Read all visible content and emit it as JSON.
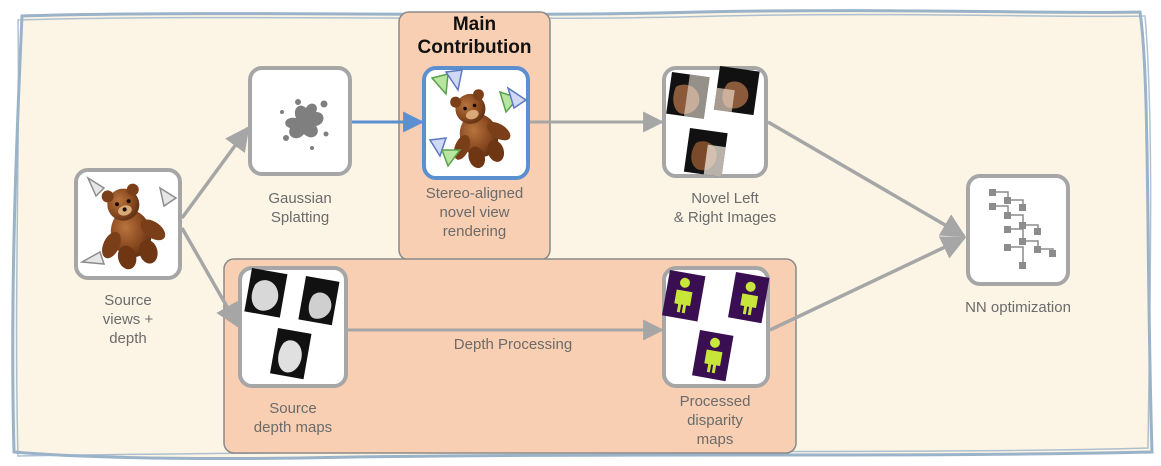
{
  "colors": {
    "canvas_fill": "#fcf5e6",
    "canvas_stroke": "#9ab3c9",
    "highlight_fill": "#f8cfb2",
    "highlight_stroke": "#8a8a8a",
    "node_stroke": "#a6a6a6",
    "blue_accent": "#5b8fd0",
    "arrow_gray": "#a6a6a6",
    "disparity_bg": "#3a0f52",
    "disparity_fg": "#c8e63a"
  },
  "main_contribution": {
    "title_line1": "Main",
    "title_line2": "Contribution"
  },
  "nodes": {
    "source_views": {
      "icon": "teddy-bear-with-cameras-icon",
      "label_line1": "Source",
      "label_line2": "views +",
      "label_line3": "depth"
    },
    "gaussian_splatting": {
      "icon": "splat-icon",
      "label_line1": "Gaussian",
      "label_line2": "Splatting"
    },
    "stereo_rendering": {
      "icon": "teddy-bear-stereo-cameras-icon",
      "label_line1": "Stereo-aligned",
      "label_line2": "novel view",
      "label_line3": "rendering"
    },
    "novel_images": {
      "icon": "stereo-image-stack-icon",
      "label_line1": "Novel Left",
      "label_line2": "& Right Images"
    },
    "nn_optimization": {
      "icon": "network-tree-icon",
      "label": "NN optimization"
    },
    "source_depth": {
      "icon": "depth-map-stack-icon",
      "label_line1": "Source",
      "label_line2": "depth maps"
    },
    "disparity_maps": {
      "icon": "disparity-map-stack-icon",
      "label_line1": "Processed",
      "label_line2": "disparity",
      "label_line3": "maps"
    }
  },
  "edges": {
    "depth_processing_label": "Depth Processing"
  }
}
